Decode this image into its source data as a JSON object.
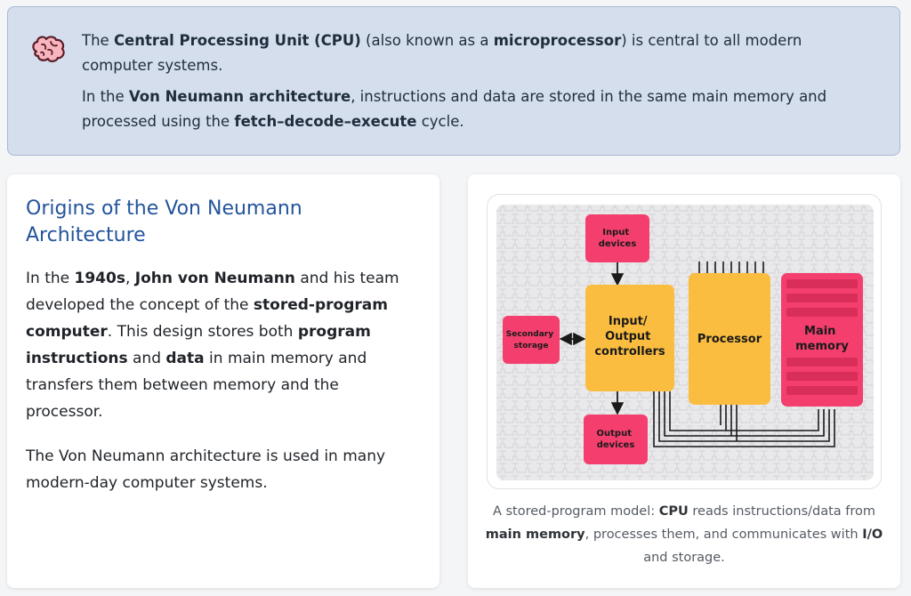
{
  "callout": {
    "icon": "brain-icon",
    "paragraph1": [
      {
        "t": "The ",
        "b": false
      },
      {
        "t": "Central Processing Unit (CPU)",
        "b": true
      },
      {
        "t": " (also known as a ",
        "b": false
      },
      {
        "t": "microprocessor",
        "b": true
      },
      {
        "t": ") is central to all modern computer systems.",
        "b": false
      }
    ],
    "paragraph2": [
      {
        "t": "In the ",
        "b": false
      },
      {
        "t": "Von Neumann architecture",
        "b": true
      },
      {
        "t": ", instructions and data are stored in the same main memory and processed using the ",
        "b": false
      },
      {
        "t": "fetch–decode–execute",
        "b": true
      },
      {
        "t": " cycle.",
        "b": false
      }
    ]
  },
  "left_card": {
    "title": "Origins of the Von Neumann Architecture",
    "paragraph1": [
      {
        "t": "In the ",
        "b": false
      },
      {
        "t": "1940s",
        "b": true
      },
      {
        "t": ", ",
        "b": false
      },
      {
        "t": "John von Neumann",
        "b": true
      },
      {
        "t": " and his team developed the concept of the ",
        "b": false
      },
      {
        "t": "stored-program computer",
        "b": true
      },
      {
        "t": ". This design stores both ",
        "b": false
      },
      {
        "t": "program instructions",
        "b": true
      },
      {
        "t": " and ",
        "b": false
      },
      {
        "t": "data",
        "b": true
      },
      {
        "t": " in main memory and transfers them between memory and the processor.",
        "b": false
      }
    ],
    "paragraph2": [
      {
        "t": "The Von Neumann architecture is used in many modern-day computer systems.",
        "b": false
      }
    ]
  },
  "diagram": {
    "colors": {
      "pink": "#f43f6e",
      "orange": "#fbbd3f",
      "background": "#e9e9ec",
      "line": "#1a1a1a"
    },
    "boxes": {
      "input_devices": [
        "Input",
        "devices"
      ],
      "output_devices": [
        "Output",
        "devices"
      ],
      "secondary_storage": [
        "Secondary",
        "storage"
      ],
      "io_controllers": [
        "Input/",
        "Output",
        "controllers"
      ],
      "processor": [
        "Processor"
      ],
      "main_memory": [
        "Main",
        "memory"
      ]
    }
  },
  "caption": [
    {
      "t": "A stored-program model: ",
      "b": false
    },
    {
      "t": "CPU",
      "b": true
    },
    {
      "t": " reads instructions/data from ",
      "b": false
    },
    {
      "t": "main memory",
      "b": true
    },
    {
      "t": ", processes them, and communicates with ",
      "b": false
    },
    {
      "t": "I/O",
      "b": true
    },
    {
      "t": " and storage.",
      "b": false
    }
  ]
}
